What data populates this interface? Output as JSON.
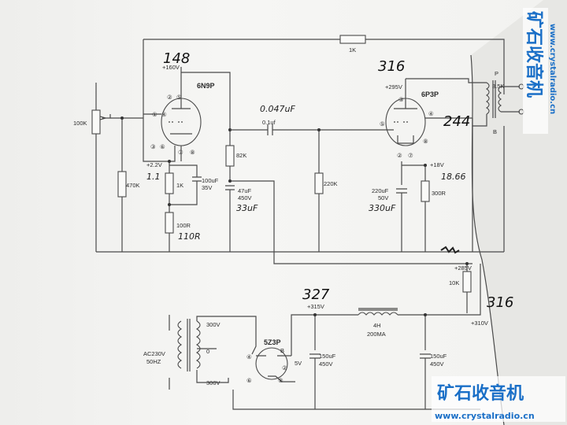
{
  "tubes": {
    "v1": {
      "name": "6N9P",
      "plate_voltage": "+160V"
    },
    "v2": {
      "name": "6P3P",
      "plate_voltage": "+295V"
    },
    "rect": {
      "name": "5Z3P"
    }
  },
  "pins": {
    "v1_top": [
      "②",
      "⑤"
    ],
    "v1_left": [
      "①",
      "④"
    ],
    "v1_bottom": [
      "③",
      "⑥",
      "⑦",
      "⑧"
    ],
    "v2_top": "③",
    "v2_left": "⑤",
    "v2_right": "④",
    "v2_bottom": [
      "②",
      "⑦",
      "⑧"
    ],
    "rect_pins": [
      "④",
      "②",
      "⑥",
      "⑧"
    ]
  },
  "components": {
    "r_feedback": "1K",
    "pot": "100K",
    "r_grid": "470K",
    "cathode_v": "+2.2V",
    "r_cath": "1K",
    "c_cath": "100uF",
    "c_cath_v": "35V",
    "r_100": "100R",
    "r_plate": "82K",
    "c_47": "47uF",
    "c_47_v": "450V",
    "c_coupling": "0.1uf",
    "r_220k": "220K",
    "c_220": "220uF",
    "c_220_v": "50V",
    "cath2_v": "+18V",
    "r_300": "300R",
    "xfmr_p": "P",
    "xfmr_imp": "3.5K",
    "xfmr_b": "B",
    "b285": "+285V",
    "r_10k": "10K",
    "b310": "+310V",
    "b315": "+315V",
    "choke": "4H",
    "choke_i": "200MA",
    "c_150a": "150uF",
    "c_150a_v": "450V",
    "c_150b": "150uF",
    "c_150b_v": "450V",
    "ac_in": "AC230V",
    "ac_hz": "50HZ",
    "sec_top": "300V",
    "sec_mid": "0",
    "sec_bot": "300V",
    "fil": "5V",
    "fil_b": "B"
  },
  "handwritten": {
    "v1_plate": "148",
    "v1_cathode": "1.1",
    "c_47_meas": "33uF",
    "r_100_meas": "110R",
    "c_coupling_meas": "0.047uF",
    "v2_plate": "316",
    "v2_screen": "244",
    "v2_cathode": "18.66",
    "c_220_meas": "330uF",
    "b315_meas": "327",
    "b310_meas": "316"
  },
  "watermark": {
    "title": "矿石收音机",
    "url": "www.crystalradio.cn"
  }
}
